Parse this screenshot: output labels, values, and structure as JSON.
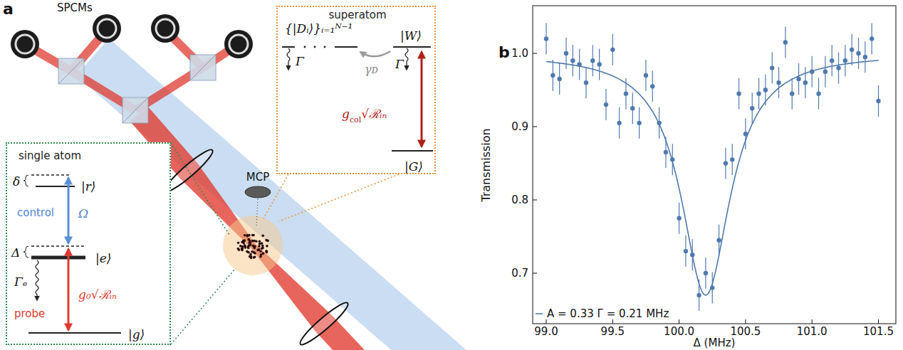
{
  "diagram": {
    "nodes": [
      {
        "text": [
          "superatom",
          "{|Dᵢ⟩}ᵢ₌₁ᴺ⁻¹",
          "|W⟩",
          "γᴅ",
          "Γ",
          "Γ",
          "g",
          "col",
          "√ℛᵢₙ",
          "|G⟩"
        ]
      },
      {
        "text": [
          "single atom",
          "δ",
          "|r⟩",
          "control",
          "Ω",
          "Δ",
          "|e⟩",
          "Γₑ",
          "probe",
          "g₀√ℛᵢₙ",
          "|g⟩"
        ]
      }
    ],
    "labels": [
      "a",
      "SPCMs",
      "MCP",
      "b",
      "Transmission",
      "Δ (MHz)",
      "0.7",
      "0.8",
      "0.9",
      "1.0",
      "99.0",
      "99.5",
      "100.0",
      "100.5",
      "101.0",
      "101.5"
    ],
    "legend": [
      {
        "text": "A = 0.33 Γ = 0.21 MHz"
      }
    ]
  }
}
